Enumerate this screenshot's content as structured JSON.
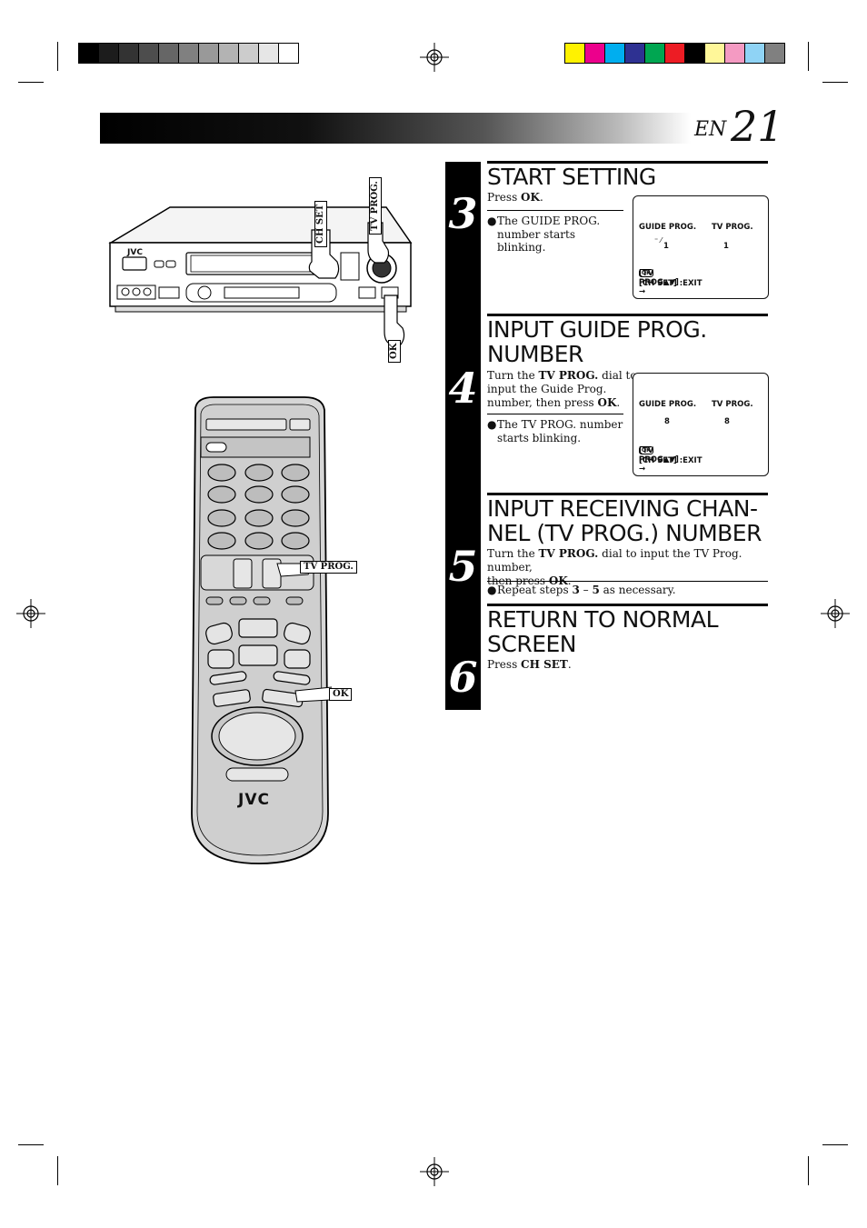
{
  "page": {
    "lang": "EN",
    "number": "21"
  },
  "colors": {
    "grey_bars": [
      "#000000",
      "#1c1c1c",
      "#333333",
      "#4d4d4d",
      "#666666",
      "#808080",
      "#999999",
      "#b3b3b3",
      "#cccccc",
      "#e6e6e6",
      "#ffffff"
    ],
    "color_bars": [
      "#fff200",
      "#ec008c",
      "#00aeef",
      "#2e3192",
      "#00a651",
      "#ed1c24",
      "#000000",
      "#fff799",
      "#f49ac2",
      "#8fd3f5",
      "#808080"
    ]
  },
  "steps": [
    {
      "number": "3",
      "title_lines": [
        "START SETTING"
      ],
      "instruction": {
        "pre": "Press ",
        "bold": "OK",
        "post": "."
      },
      "note": "The GUIDE PROG. number starts blinking.",
      "note_lines": [
        "The GUIDE PROG.",
        "number starts blinking."
      ],
      "screen": {
        "left_header": "GUIDE PROG.",
        "right_header": "TV PROG.",
        "left_value": "1",
        "right_value": "1",
        "hint1": "[TV PROG▲▼] →",
        "hint_ok": "OK",
        "hint2": "[CH SET]  :EXIT"
      }
    },
    {
      "number": "4",
      "title_lines": [
        "INPUT GUIDE PROG.",
        "NUMBER"
      ],
      "instruction_lines": [
        {
          "pre": "Turn the ",
          "bold": "TV PROG.",
          "post": " dial to"
        },
        {
          "pre": "input the Guide Prog.",
          "bold": "",
          "post": ""
        },
        {
          "pre": "number, then press ",
          "bold": "OK",
          "post": "."
        }
      ],
      "note_lines": [
        "The TV PROG. number",
        "starts blinking."
      ],
      "screen": {
        "left_header": "GUIDE PROG.",
        "right_header": "TV PROG.",
        "left_value": "8",
        "right_value": "8",
        "hint1": "[TV PROG▲▼] →",
        "hint_ok": "OK",
        "hint2": "[CH SET]  :EXIT"
      }
    },
    {
      "number": "5",
      "title_lines": [
        "INPUT RECEIVING CHAN-",
        "NEL (TV PROG.) NUMBER"
      ],
      "instruction_lines": [
        {
          "pre": "Turn the ",
          "bold": "TV PROG.",
          "post": " dial to input the TV Prog. number,"
        },
        {
          "pre": "then press ",
          "bold": "OK",
          "post": "."
        }
      ],
      "note": {
        "pre": "Repeat steps ",
        "b1": "3",
        "mid": " – ",
        "b2": "5",
        "post": " as necessary."
      }
    },
    {
      "number": "6",
      "title_lines": [
        "RETURN TO NORMAL",
        "SCREEN"
      ],
      "instruction": {
        "pre": "Press ",
        "bold": "CH SET",
        "post": "."
      }
    }
  ],
  "vcr": {
    "brand": "JVC",
    "callout_ch_set": "CH SET",
    "callout_tv_prog": "TV PROG.",
    "callout_ok": "OK"
  },
  "remote": {
    "brand": "JVC",
    "callout_tv_prog": "TV PROG.",
    "callout_ok": "OK"
  }
}
